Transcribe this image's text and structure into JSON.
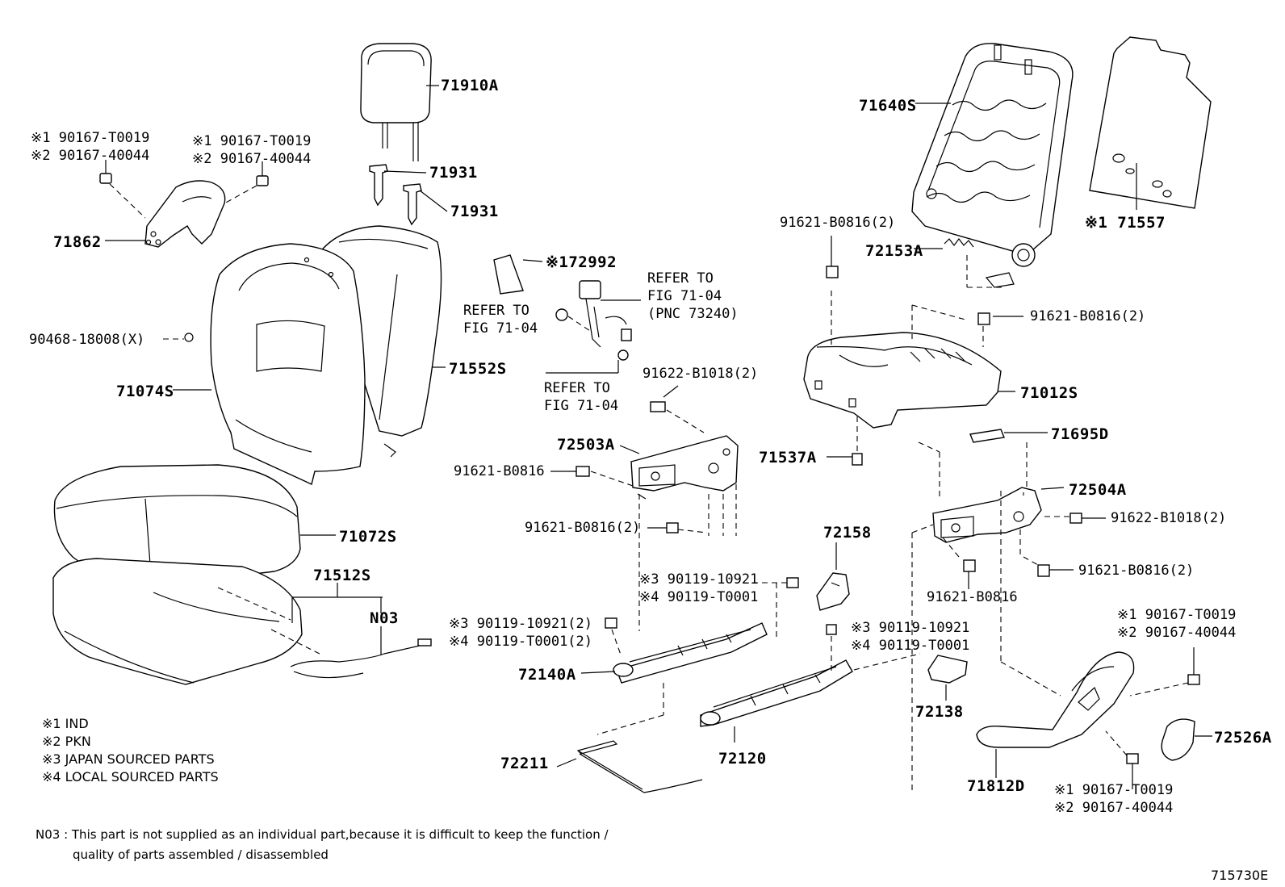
{
  "labels": {
    "headrest": "71910A",
    "guide1": "71931",
    "guide2": "71931",
    "shield_l_note1": "※1 90167-T0019",
    "shield_l_note2": "※2 90167-40044",
    "shield_r_note1": "※1 90167-T0019",
    "shield_r_note2": "※2 90167-40044",
    "shield_inner": "71862",
    "clip": "90468-18008(X)",
    "back_cover": "71074S",
    "back_pad": "71552S",
    "cushion_cover": "71072S",
    "heater": "71512S",
    "n03": "N03",
    "cover_72992": "※172992",
    "refer1_a": "REFER TO",
    "refer1_b": "FIG 71-04",
    "refer2_a": "REFER TO",
    "refer2_b": "FIG 71-04",
    "refer2_c": "(PNC 73240)",
    "refer3_a": "REFER TO",
    "refer3_b": "FIG 71-04",
    "bolt_91622_top": "91622-B1018(2)",
    "adj_72503A": "72503A",
    "bolt_91621_left": "91621-B0816",
    "bolt_91621_left2": "91621-B0816(2)",
    "frame_71640S": "71640S",
    "board_71557": "※1 71557",
    "bolt_91621_topr": "91621-B0816(2)",
    "spring_72153A": "72153A",
    "bolt_91621_mid": "91621-B0816(2)",
    "cushion_frame": "71012S",
    "pad_71695D": "71695D",
    "pad_71537A": "71537A",
    "adj_72504A": "72504A",
    "bolt_91622_r": "91622-B1018(2)",
    "bolt_91621_r": "91621-B0816(2)",
    "bolt_91621_r2": "91621-B0816",
    "cover_72158": "72158",
    "b1_note3": "※3 90119-10921",
    "b1_note4": "※4 90119-T0001",
    "b2_note3": "※3 90119-10921(2)",
    "b2_note4": "※4 90119-T0001(2)",
    "b3_note3": "※3 90119-10921",
    "b3_note4": "※4 90119-T0001",
    "track_72140A": "72140A",
    "track_72120": "72120",
    "cover_72138": "72138",
    "wire_72211": "72211",
    "shield_71812D": "71812D",
    "knob_72526A": "72526A",
    "s_top_note1": "※1 90167-T0019",
    "s_top_note2": "※2 90167-40044",
    "s_bot_note1": "※1 90167-T0019",
    "s_bot_note2": "※2 90167-40044"
  },
  "legend": [
    "※1 IND",
    "※2 PKN",
    "※3 JAPAN SOURCED PARTS",
    "※4 LOCAL SOURCED PARTS"
  ],
  "footnote": {
    "line1": "N03 : This part is not supplied as an individual part,because it is difficult to keep the function /",
    "line2": "quality of parts assembled / disassembled"
  },
  "figure_id": "715730E"
}
